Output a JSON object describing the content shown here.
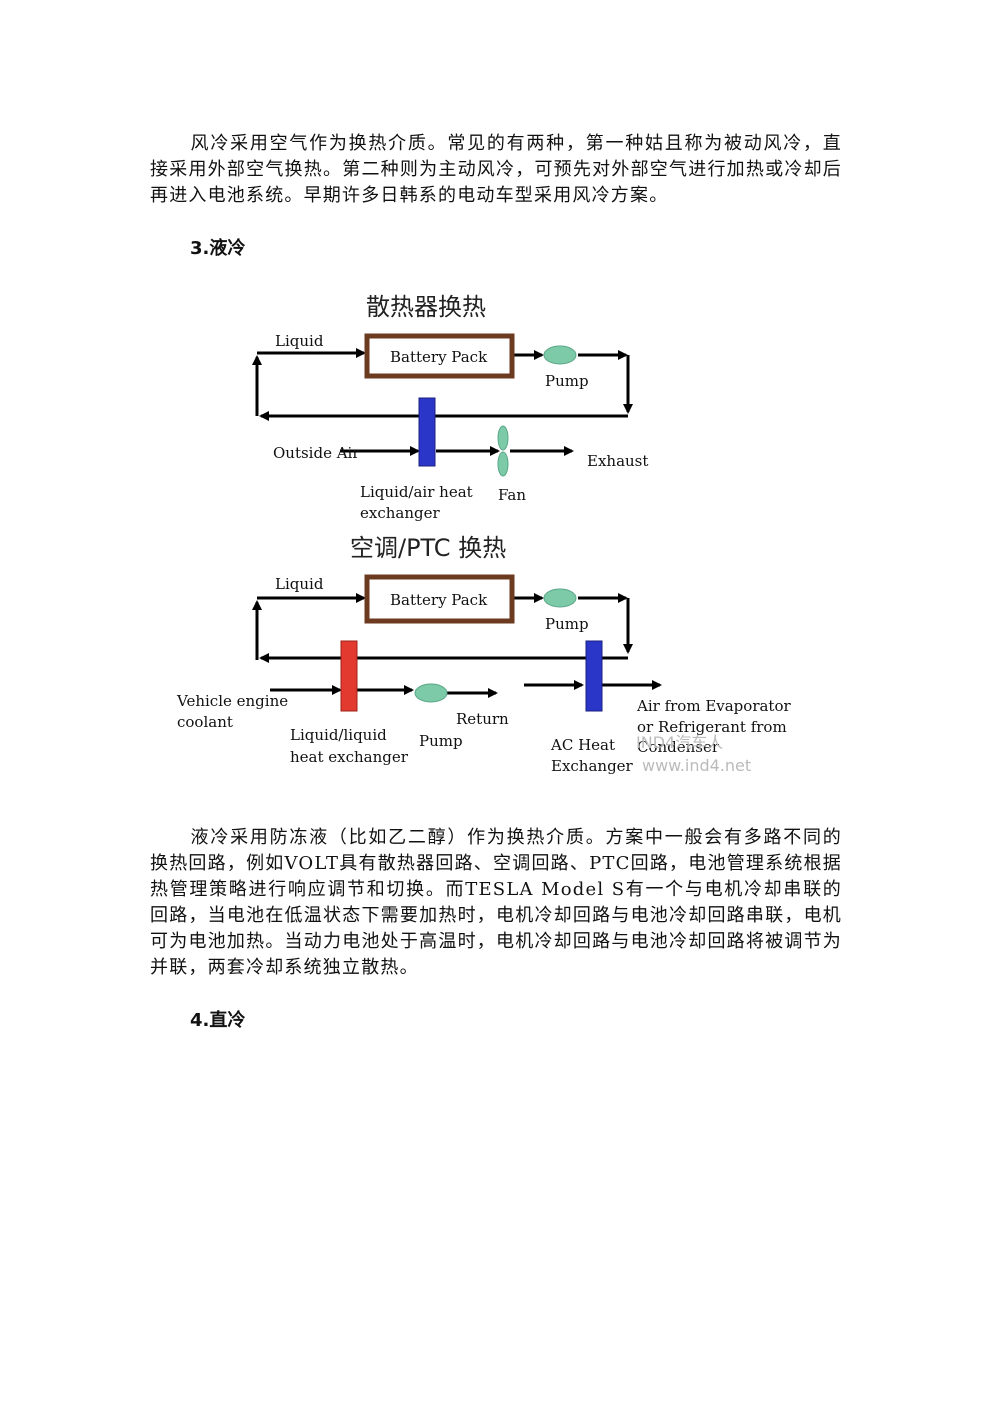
{
  "paragraph_air": "风冷采用空气作为换热介质。常见的有两种，第一种姑且称为被动风冷，直接采用外部空气换热。第二种则为主动风冷，可预先对外部空气进行加热或冷却后再进入电池系统。早期许多日韩系的电动车型采用风冷方案。",
  "heading_liquid": "3.液冷",
  "diagram1": {
    "title": "散热器换热",
    "liquid": "Liquid",
    "battery_pack": "Battery Pack",
    "pump": "Pump",
    "outside_air": "Outside Air",
    "exhaust": "Exhaust",
    "hx_line1": "Liquid/air heat",
    "hx_line2": "exchanger",
    "fan": "Fan"
  },
  "diagram2": {
    "title": "空调/PTC 换热",
    "liquid": "Liquid",
    "battery_pack": "Battery Pack",
    "pump_top": "Pump",
    "engine_line1": "Vehicle engine",
    "engine_line2": "coolant",
    "llhx_line1": "Liquid/liquid",
    "llhx_line2": "heat exchanger",
    "pump_bottom": "Pump",
    "return": "Return",
    "ac_line1": "AC Heat",
    "ac_line2": "Exchanger",
    "air_line1": "Air from Evaporator",
    "air_line2": "or Refrigerant from",
    "air_line3": "Condenser"
  },
  "watermark": {
    "logo": "IND4汽车人",
    "url": "www.ind4.net"
  },
  "paragraph_liquid": "液冷采用防冻液（比如乙二醇）作为换热介质。方案中一般会有多路不同的换热回路，例如VOLT具有散热器回路、空调回路、PTC回路，电池管理系统根据热管理策略进行响应调节和切换。而TESLA Model S有一个与电机冷却串联的回路，当电池在低温状态下需要加热时，电机冷却回路与电池冷却回路串联，电机可为电池加热。当动力电池处于高温时，电机冷却回路与电池冷却回路将被调节为并联，两套冷却系统独立散热。",
  "heading_direct": "4.直冷",
  "colors": {
    "battery_border": "#6b3a1f",
    "pump": "#7ccaa8",
    "hx_blue": "#2a36c8",
    "hx_red": "#e23a2e"
  }
}
